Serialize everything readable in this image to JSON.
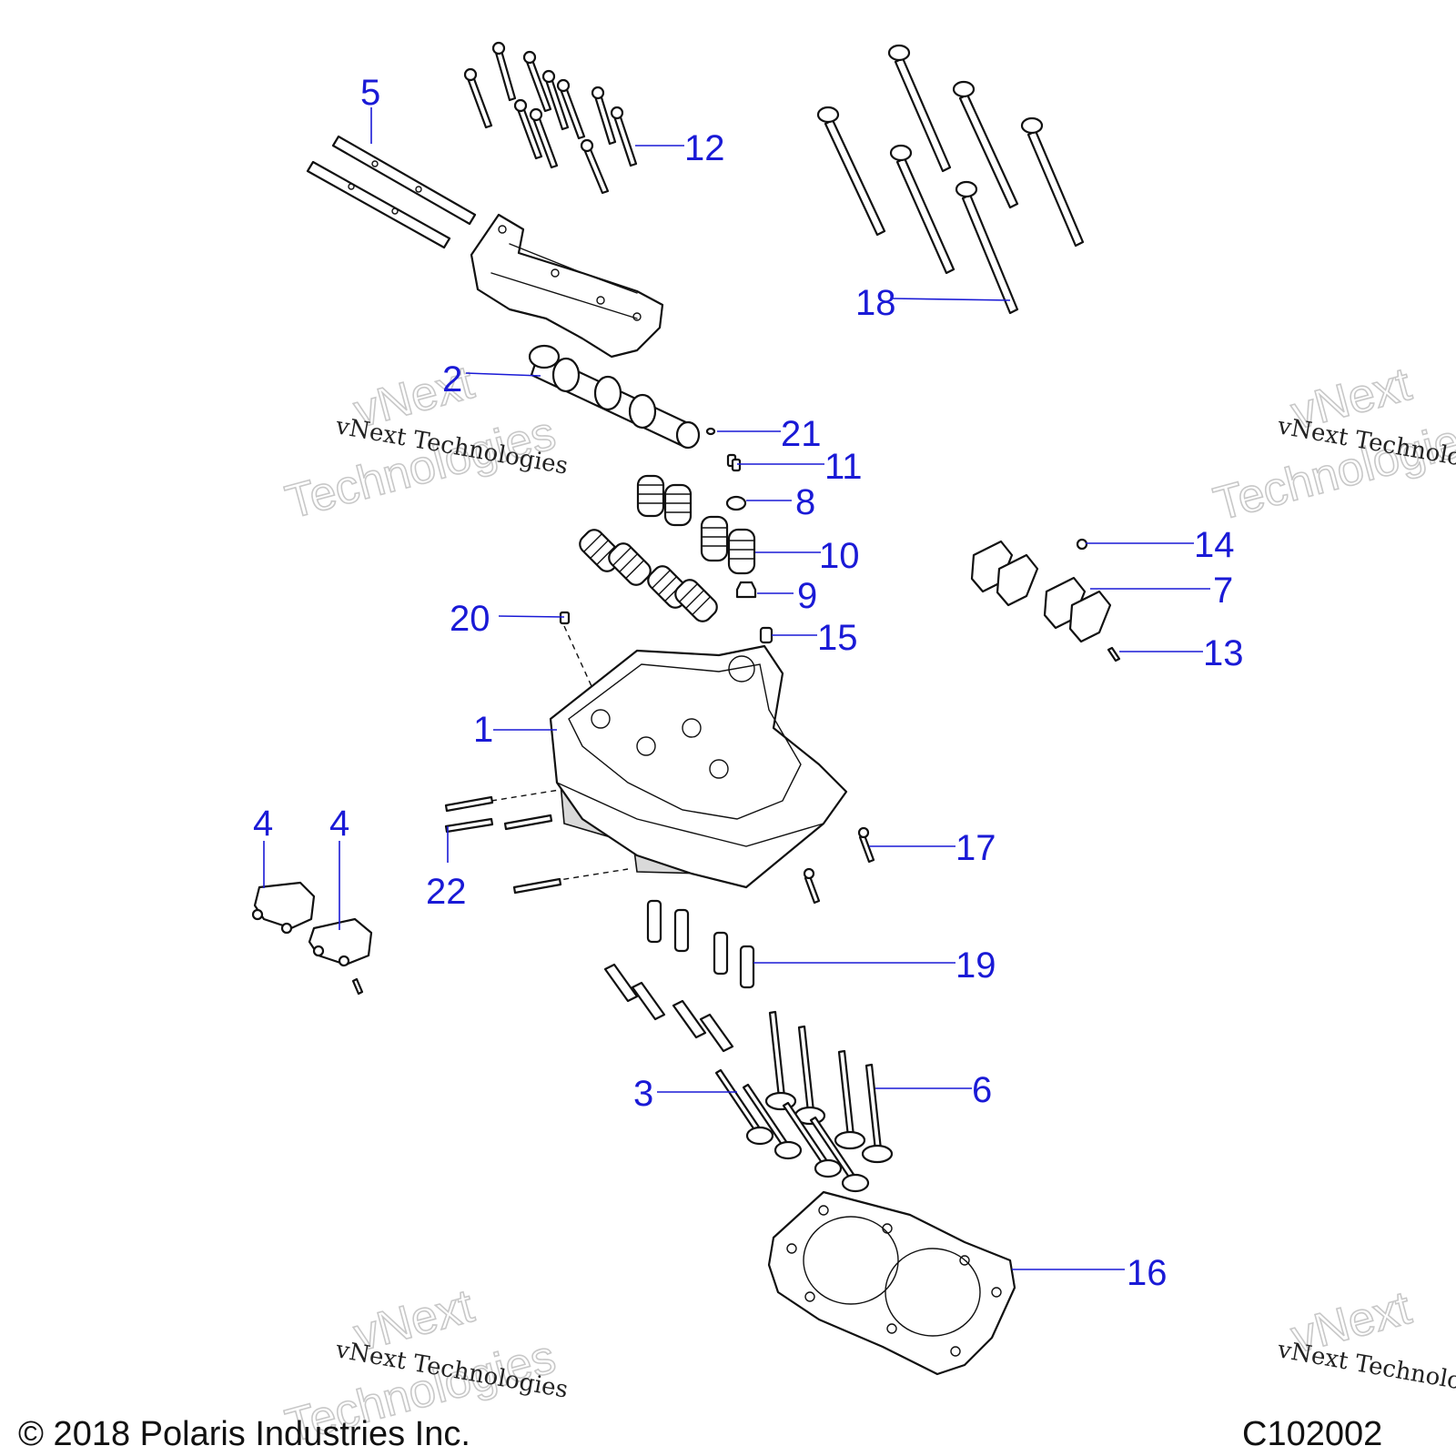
{
  "callouts": [
    "1",
    "2",
    "3",
    "4",
    "4",
    "5",
    "6",
    "7",
    "8",
    "9",
    "10",
    "11",
    "12",
    "13",
    "14",
    "15",
    "16",
    "17",
    "18",
    "19",
    "20",
    "21",
    "22"
  ],
  "watermark": {
    "small": "vNext Technologies",
    "big_line1": "vNext",
    "big_line2": "Technologies"
  },
  "footer": {
    "copyright": "© 2018 Polaris Industries Inc.",
    "code": "C102002"
  },
  "colors": {
    "callout": "#1a1ad6",
    "line": "#111111",
    "watermark": "#c8c8c8"
  }
}
